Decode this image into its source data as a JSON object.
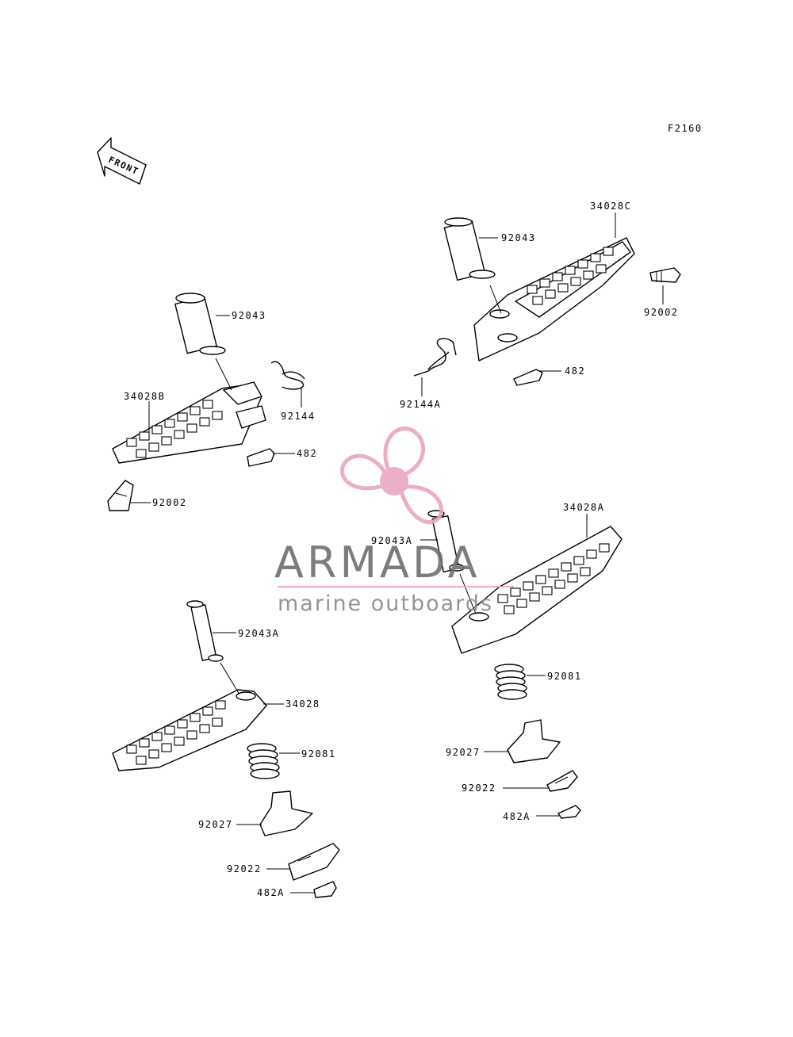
{
  "figure_code": "F2160",
  "direction_label": "FRONT",
  "callouts": {
    "c34028C": "34028C",
    "c92043_top": "92043",
    "c92002_right": "92002",
    "c482_top": "482",
    "c92144A": "92144A",
    "c92043_left": "92043",
    "c34028B": "34028B",
    "c92144": "92144",
    "c482_left": "482",
    "c92002_left": "92002",
    "c92043A_mid": "92043A",
    "c34028A": "34028A",
    "c92043A_left": "92043A",
    "c34028": "34028",
    "c92081_left": "92081",
    "c92081_right": "92081",
    "c92027_left": "92027",
    "c92027_right": "92027",
    "c92022_left": "92022",
    "c92022_right": "92022",
    "c482A_left": "482A",
    "c482A_right": "482A"
  },
  "watermark": {
    "title": "ARMADA",
    "subtitle": "marine outboards",
    "logo_color": "#e8a6c4",
    "text_color": "#6f6f6f"
  }
}
